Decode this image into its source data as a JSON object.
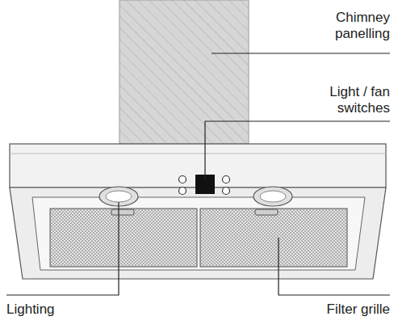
{
  "diagram": {
    "labels": [
      "Chimney panelling",
      "Light / fan switches",
      "Lighting",
      "Filter grille"
    ]
  }
}
